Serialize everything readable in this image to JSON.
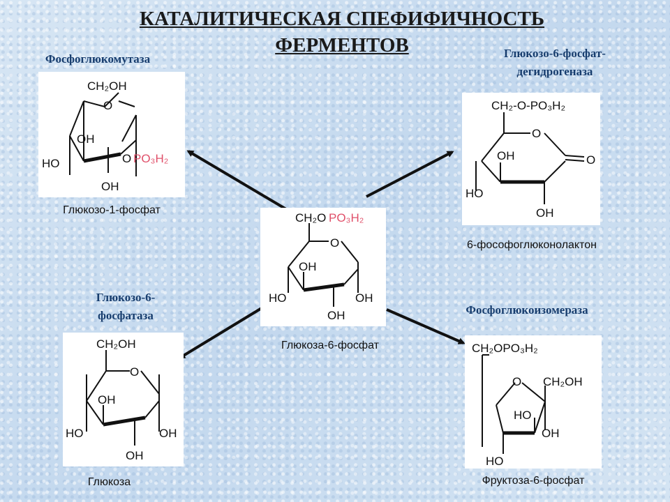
{
  "title": "КАТАЛИТИЧЕСКАЯ СПЕФИФИЧНОСТЬ ФЕРМЕНТОВ",
  "center": {
    "compound": "Глюкоза-6-фосфат",
    "substituent": "CH₂OPO₃H₂",
    "groups": [
      "O",
      "OH",
      "HO",
      "OH",
      "OH"
    ]
  },
  "branches": {
    "top_left": {
      "enzyme": "Фосфоглюкомутаза",
      "compound": "Глюкозо-1-фосфат",
      "groups": [
        "CH₂OH",
        "O",
        "OH",
        "HO",
        "O",
        "PO₃H₂",
        "OH"
      ]
    },
    "top_right": {
      "enzyme": "Глюкозо-6-фосфат-дегидрогеназа",
      "compound": "6-фософоглюконолактон",
      "groups": [
        "CH₂-O-PO₃H₂",
        "O",
        "OH",
        "HO",
        "O",
        "OH"
      ]
    },
    "bottom_left": {
      "enzyme": "Глюкозо-6-фосфатаза",
      "compound": "Глюкоза",
      "groups": [
        "CH₂OH",
        "O",
        "OH",
        "HO",
        "OH",
        "OH"
      ]
    },
    "bottom_right": {
      "enzyme": "Фосфоглюкоизомераза",
      "compound": "Фруктоза-6-фосфат",
      "groups": [
        "CH₂OPO₃H₂",
        "O",
        "CH₂OH",
        "HO",
        "OH",
        "HO"
      ]
    }
  },
  "colors": {
    "phosphate": "#e0506a",
    "enzyme_text": "#173d6e",
    "bond": "#111111"
  }
}
